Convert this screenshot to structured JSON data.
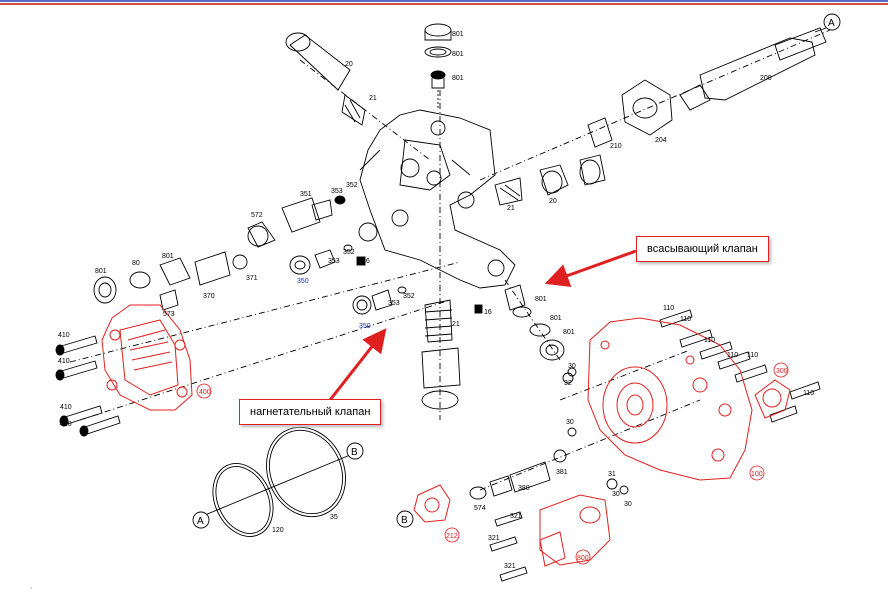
{
  "callouts": {
    "suction_valve": "всасывающий клапан",
    "pressure_valve": "нагнетательный клапан"
  },
  "reference_marks": {
    "a_top": "A",
    "a_bottom": "A",
    "b_ring": "B",
    "b_left": "B"
  },
  "part_numbers": {
    "p20_top": "20",
    "p21_top": "21",
    "p801_a": "801",
    "p801_b": "801",
    "p801_c": "801",
    "p200": "200",
    "p204": "204",
    "p210": "210",
    "p21_mid": "21",
    "p20_mid": "20",
    "p351": "351",
    "p352_a": "352",
    "p353_a": "353",
    "p572": "572",
    "p801_d": "801",
    "p801_e": "801",
    "p80": "80",
    "p371": "371",
    "p370": "370",
    "p573": "573",
    "p350_a": "350",
    "p352_b": "352",
    "p353_b": "353",
    "p16_a": "16",
    "p350_b": "350",
    "p353_c": "353",
    "p352_c": "352",
    "p21_low": "21",
    "p16_b": "16",
    "p801_f": "801",
    "p801_g": "801",
    "p801_h": "801",
    "p410_a": "410",
    "p410_b": "410",
    "p410_c": "410",
    "p410_d": "410",
    "p400": "400",
    "p110_a": "110",
    "p110_b": "110",
    "p110_c": "110",
    "p110_d": "110",
    "p110_e": "110",
    "p110_f": "110",
    "p300": "300",
    "p30_a": "30",
    "p32": "32",
    "p30_b": "30",
    "p30_c": "30",
    "p30_d": "30",
    "p381": "381",
    "p380": "380",
    "p31": "31",
    "p100": "100",
    "p574": "574",
    "p321_a": "321",
    "p321_b": "321",
    "p321_c": "321",
    "p212": "212",
    "p800": "800",
    "p120": "120",
    "p35": "35"
  },
  "colors": {
    "accent": "#e02020",
    "line": "#000000",
    "highlight_part": "#e02020",
    "blue_label": "#2030c0"
  }
}
